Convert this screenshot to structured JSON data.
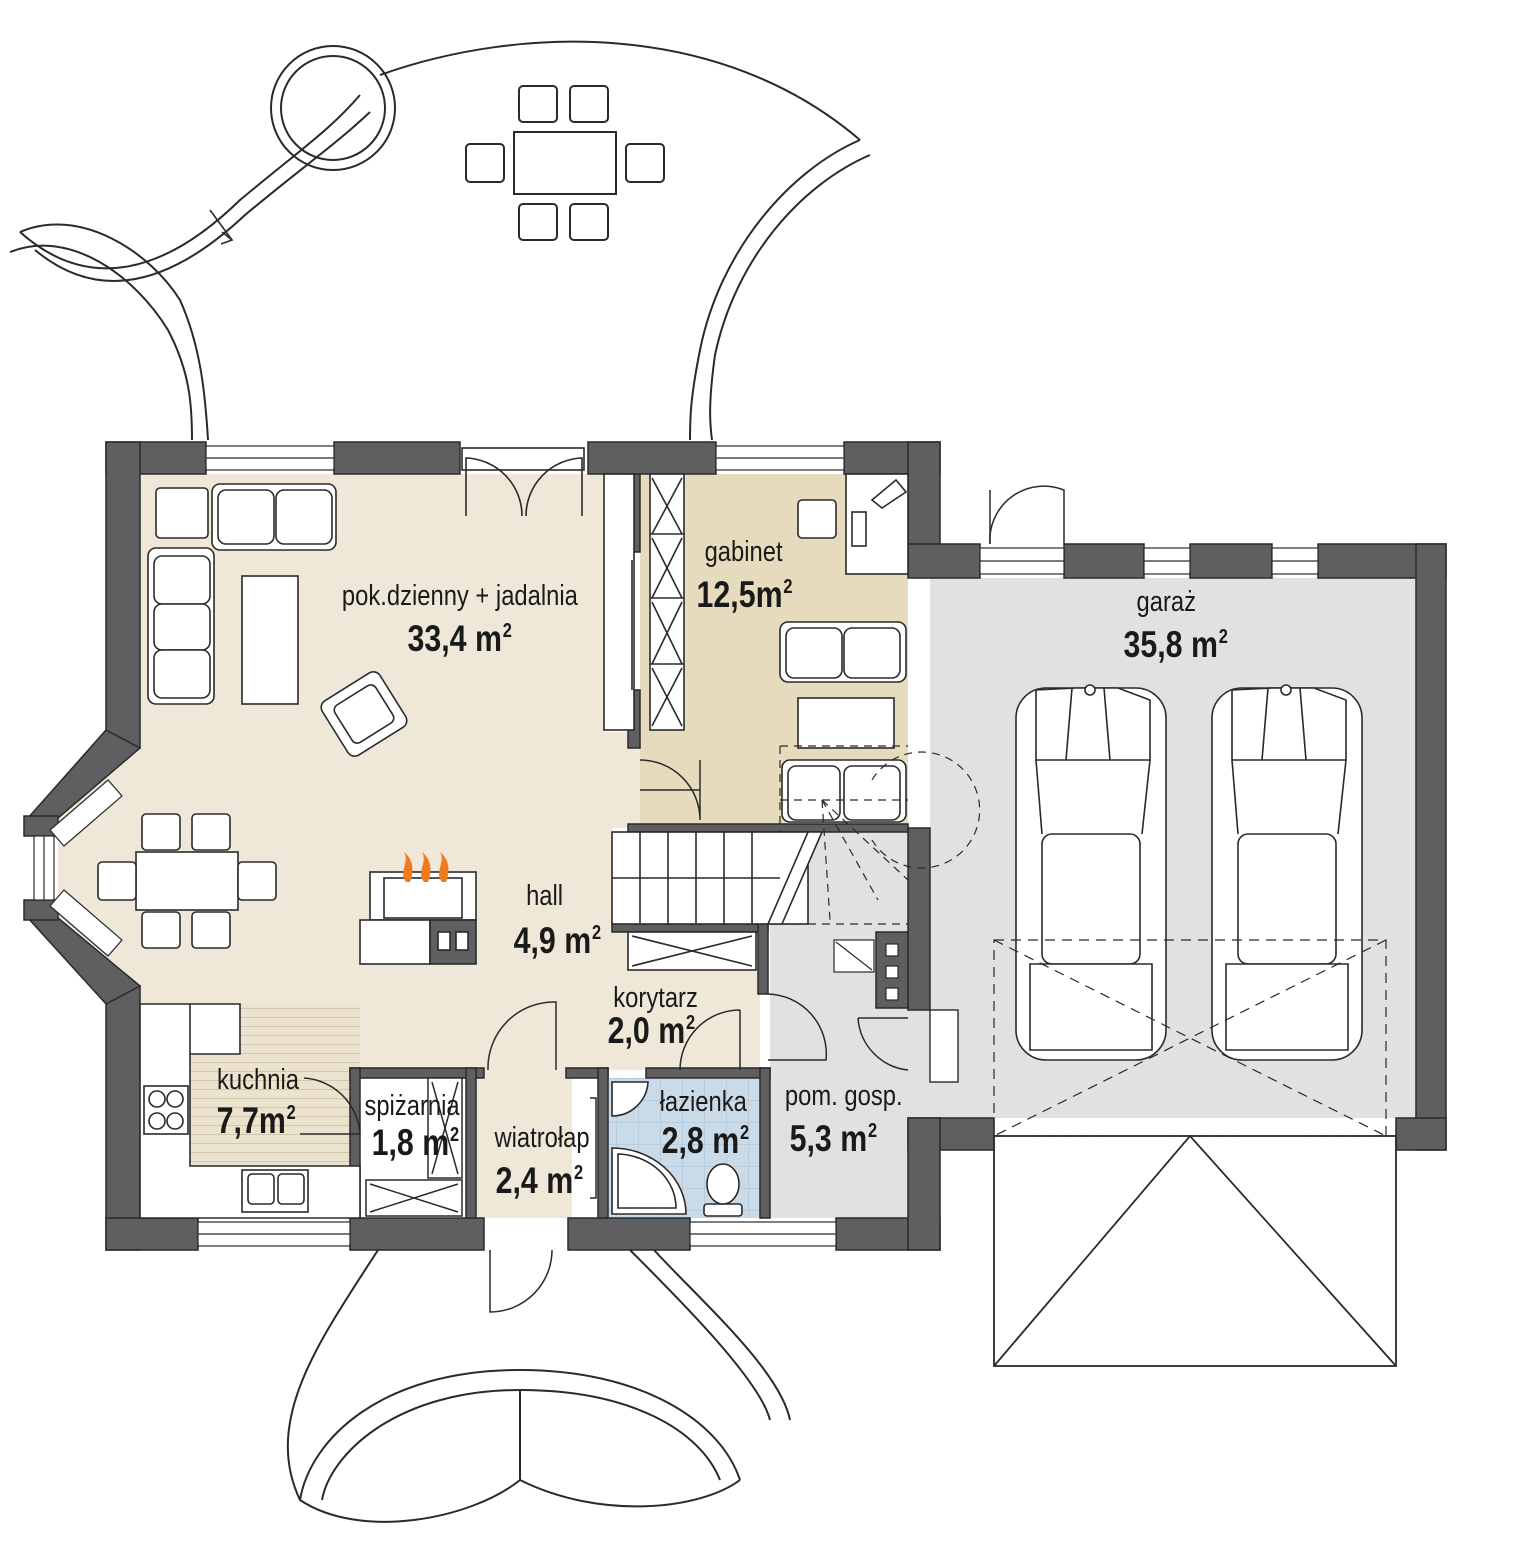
{
  "colors": {
    "wall": "#5f5f61",
    "living": "#efe8d9",
    "office": "#e6dcbd",
    "garage": "#e1e1e2",
    "bathroom": "#c9dbe9",
    "utility": "#e1e1e2",
    "line": "#2a2a2a",
    "accent": "#f07a1e"
  },
  "rooms": [
    {
      "key": "living",
      "name": "pok.dzienny  + jadalnia",
      "area": "33,4 m",
      "unit_sup": "2"
    },
    {
      "key": "office",
      "name": "gabinet",
      "area": "12,5m",
      "unit_sup": "2"
    },
    {
      "key": "garage",
      "name": "garaż",
      "area": "35,8 m",
      "unit_sup": "2"
    },
    {
      "key": "hall",
      "name": "hall",
      "area": "4,9 m",
      "unit_sup": "2"
    },
    {
      "key": "corridor",
      "name": "korytarz",
      "area": "2,0 m",
      "unit_sup": "2"
    },
    {
      "key": "kitchen",
      "name": "kuchnia",
      "area": "7,7m",
      "unit_sup": "2"
    },
    {
      "key": "pantry",
      "name": "spiżarnia",
      "area": "1,8 m",
      "unit_sup": "2"
    },
    {
      "key": "vestibule",
      "name": "wiatrołap",
      "area": "2,4 m",
      "unit_sup": "2"
    },
    {
      "key": "bathroom",
      "name": "łazienka",
      "area": "2,8 m",
      "unit_sup": "2"
    },
    {
      "key": "utility",
      "name": "pom. gosp.",
      "area": "5,3 m",
      "unit_sup": "2"
    }
  ],
  "icons": [
    "fireplace-flame-icon",
    "car-icon",
    "stove-icon",
    "sink-icon",
    "toilet-icon",
    "shower-icon",
    "sofa-icon",
    "armchair-icon",
    "table-icon",
    "desk-icon"
  ]
}
